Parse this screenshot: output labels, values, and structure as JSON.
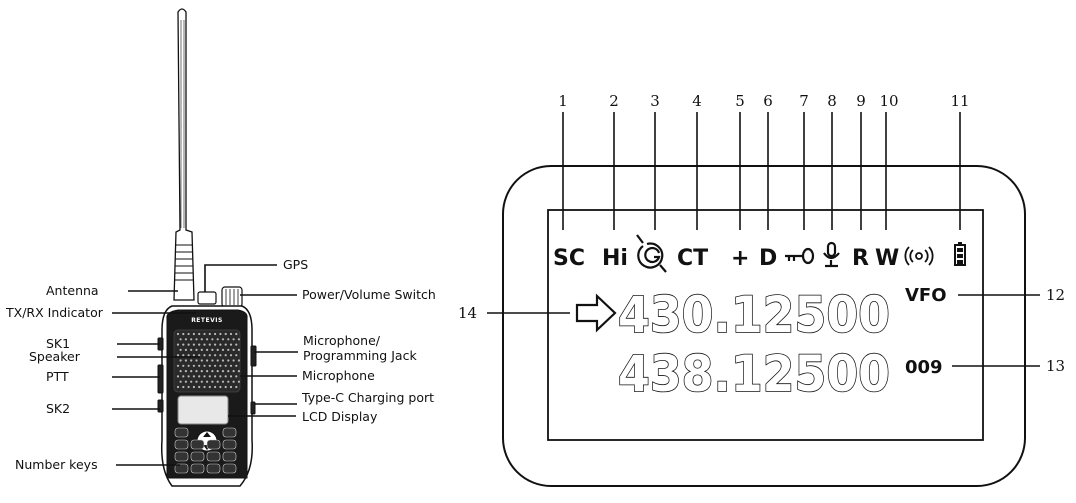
{
  "radio_callouts": [
    {
      "label": "GPS"
    },
    {
      "label": "Antenna"
    },
    {
      "label": "Power/Volume Switch"
    },
    {
      "label": "TX/RX Indicator"
    },
    {
      "label": "SK1"
    },
    {
      "label": "Microphone/"
    },
    {
      "label": "Speaker"
    },
    {
      "label": "Programming Jack"
    },
    {
      "label": "PTT"
    },
    {
      "label": "Microphone"
    },
    {
      "label": "SK2"
    },
    {
      "label": "Type-C Charging port"
    },
    {
      "label": "LCD Display"
    },
    {
      "label": "Number keys"
    }
  ],
  "brand": "RETEVIS",
  "lcd_numbers": [
    "1",
    "2",
    "3",
    "4",
    "5",
    "6",
    "7",
    "8",
    "9",
    "10",
    "11",
    "12",
    "13",
    "14"
  ],
  "lcd": {
    "icon_sc": "SC",
    "icon_hi": "Hi",
    "icon_ct": "CT",
    "icon_plus": "+",
    "icon_d": "D",
    "icon_r": "R",
    "icon_w": "W",
    "freq_main": "430.12500",
    "freq_sub": "438.12500",
    "mode": "VFO",
    "channel": "009"
  }
}
